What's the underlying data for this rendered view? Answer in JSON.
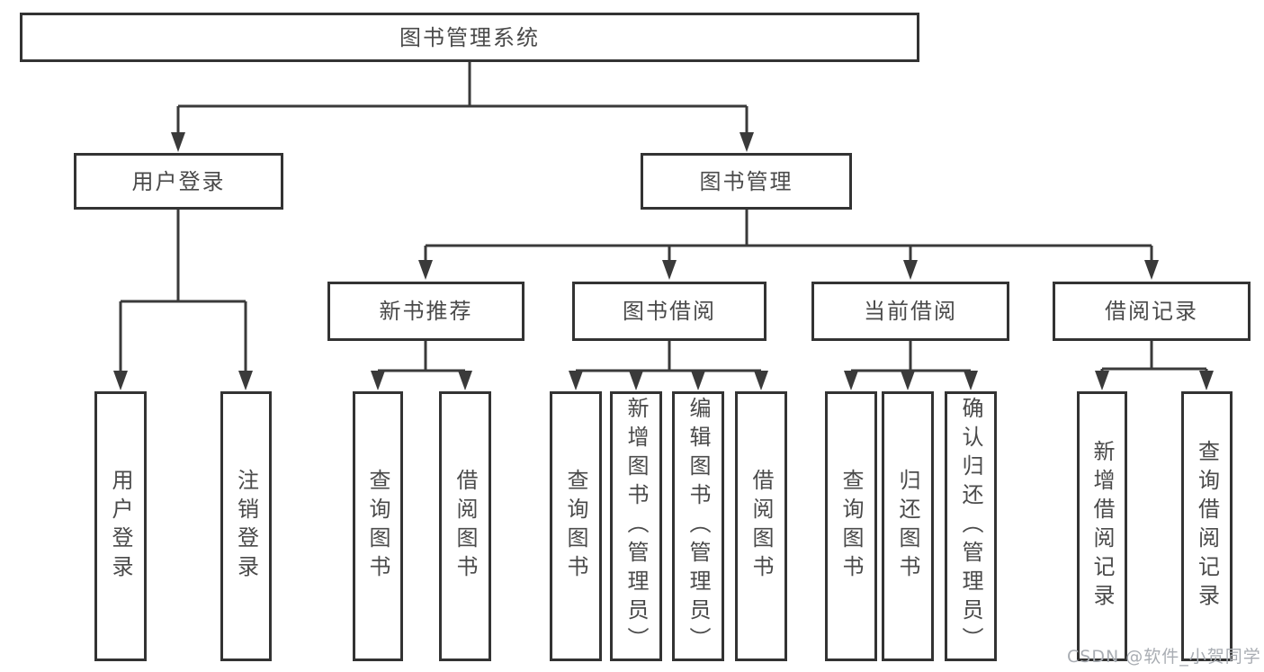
{
  "diagram_title": "图书管理系统",
  "nodes": {
    "root": "图书管理系统",
    "user_login": "用户登录",
    "book_mgmt": "图书管理",
    "new_book_rec": "新书推荐",
    "book_borrow": "图书借阅",
    "current_borrow": "当前借阅",
    "borrow_records": "借阅记录",
    "leaf_user_login": "用户登录",
    "leaf_logout": "注销登录",
    "leaf_nbr_query": "查询图书",
    "leaf_nbr_borrow": "借阅图书",
    "leaf_bb_query": "查询图书",
    "leaf_bb_add": "新增图书（管理员）",
    "leaf_bb_edit": "编辑图书（管理员）",
    "leaf_bb_borrow": "借阅图书",
    "leaf_cb_query": "查询图书",
    "leaf_cb_return": "归还图书",
    "leaf_cb_confirm": "确认归还（管理员）",
    "leaf_br_add": "新增借阅记录",
    "leaf_br_query": "查询借阅记录"
  },
  "tree": {
    "label": "图书管理系统",
    "children": [
      {
        "label": "用户登录",
        "children": [
          {
            "label": "用户登录"
          },
          {
            "label": "注销登录"
          }
        ]
      },
      {
        "label": "图书管理",
        "children": [
          {
            "label": "新书推荐",
            "children": [
              {
                "label": "查询图书"
              },
              {
                "label": "借阅图书"
              }
            ]
          },
          {
            "label": "图书借阅",
            "children": [
              {
                "label": "查询图书"
              },
              {
                "label": "新增图书（管理员）"
              },
              {
                "label": "编辑图书（管理员）"
              },
              {
                "label": "借阅图书"
              }
            ]
          },
          {
            "label": "当前借阅",
            "children": [
              {
                "label": "查询图书"
              },
              {
                "label": "归还图书"
              },
              {
                "label": "确认归还（管理员）"
              }
            ]
          },
          {
            "label": "借阅记录",
            "children": [
              {
                "label": "新增借阅记录"
              },
              {
                "label": "查询借阅记录"
              }
            ]
          }
        ]
      }
    ]
  },
  "watermark": "CSDN @软件_小贺同学",
  "colors": {
    "line": "#3a3a3a",
    "box_border": "#333333",
    "text": "#4a4a4a",
    "watermark": "#a9adb3",
    "background": "#ffffff"
  }
}
